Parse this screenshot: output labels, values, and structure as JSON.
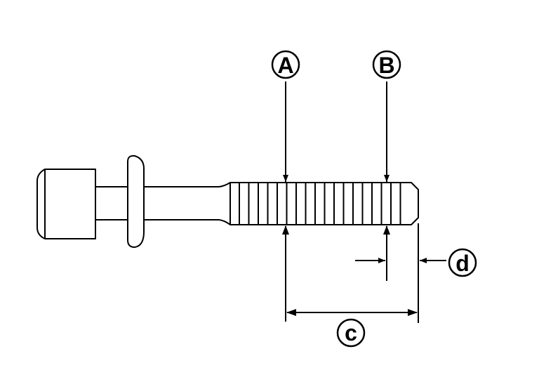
{
  "labels": {
    "A": "A",
    "B": "B",
    "c": "c",
    "d": "d"
  },
  "colors": {
    "stroke": "#000000",
    "background": "#ffffff"
  }
}
